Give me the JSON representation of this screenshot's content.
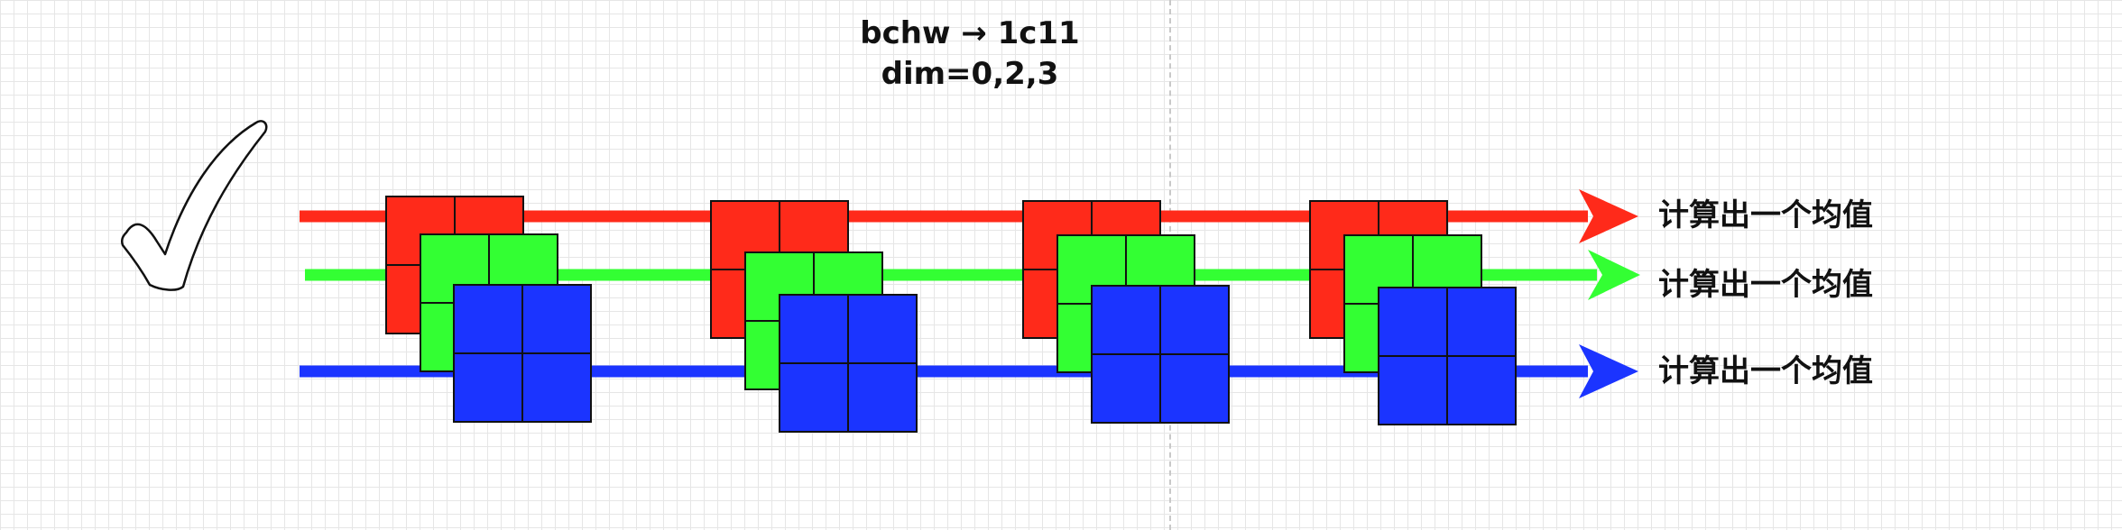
{
  "title": {
    "line1": "bchw → 1c11",
    "line2": "dim=0,2,3"
  },
  "rows": [
    {
      "channel": "red",
      "color": "#ff2a1a",
      "label": "计算出一个均值"
    },
    {
      "channel": "green",
      "color": "#33ff33",
      "label": "计算出一个均值"
    },
    {
      "channel": "blue",
      "color": "#1b34ff",
      "label": "计算出一个均值"
    }
  ],
  "groups_count": 4,
  "grid_color": "#e6e6e6",
  "check_icon": "checkmark-icon"
}
